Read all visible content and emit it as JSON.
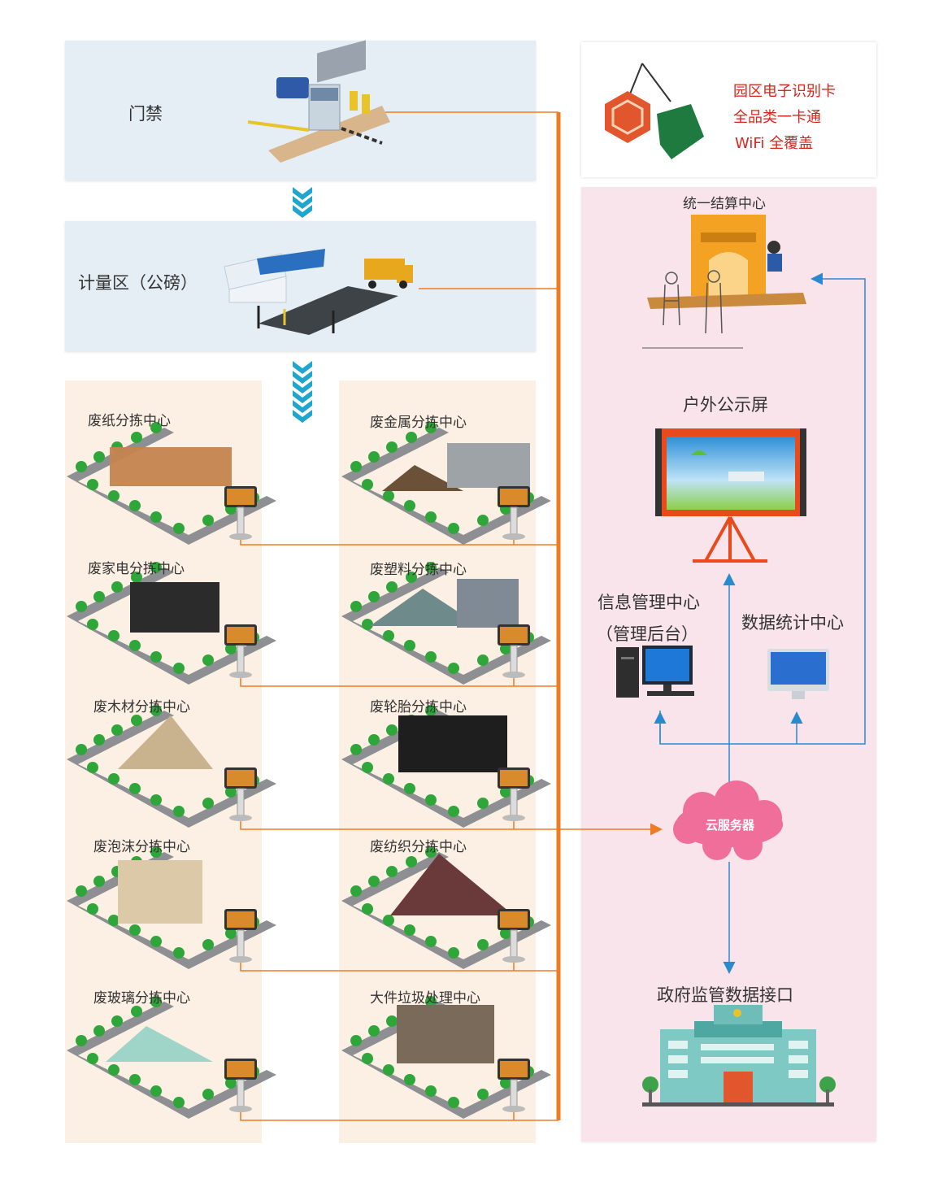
{
  "colors": {
    "orange_line": "#f07b22",
    "blue_line": "#2a8ad0",
    "chevron": "#1ea6cf",
    "red_text": "#d9251c"
  },
  "flow": {
    "gate": "门禁",
    "weigh": "计量区（公磅）"
  },
  "card_info": {
    "line1": "园区电子识别卡",
    "line2": "全品类一卡通",
    "line3": "WiFi 全覆盖"
  },
  "sorting_centers": [
    {
      "label": "废纸分拣中心"
    },
    {
      "label": "废金属分拣中心"
    },
    {
      "label": "废家电分拣中心"
    },
    {
      "label": "废塑料分拣中心"
    },
    {
      "label": "废木材分拣中心"
    },
    {
      "label": "废轮胎分拣中心"
    },
    {
      "label": "废泡沫分拣中心"
    },
    {
      "label": "废纺织分拣中心"
    },
    {
      "label": "废玻璃分拣中心"
    },
    {
      "label": "大件垃圾处理中心"
    }
  ],
  "right": {
    "settlement": "统一结算中心",
    "outdoor_screen": "户外公示屏",
    "info_mgmt": "信息管理中心",
    "info_mgmt_sub": "（管理后台）",
    "data_stats": "数据统计中心",
    "cloud": "云服务器",
    "gov": "政府监管数据接口"
  },
  "icons": [
    "gate-truck-icon",
    "weighbridge-icon",
    "id-card-icon",
    "settlement-counter-icon",
    "billboard-icon",
    "desktop-pc-icon",
    "imac-icon",
    "cloud-icon",
    "government-building-icon",
    "sorting-yard-icon",
    "kiosk-icon"
  ]
}
